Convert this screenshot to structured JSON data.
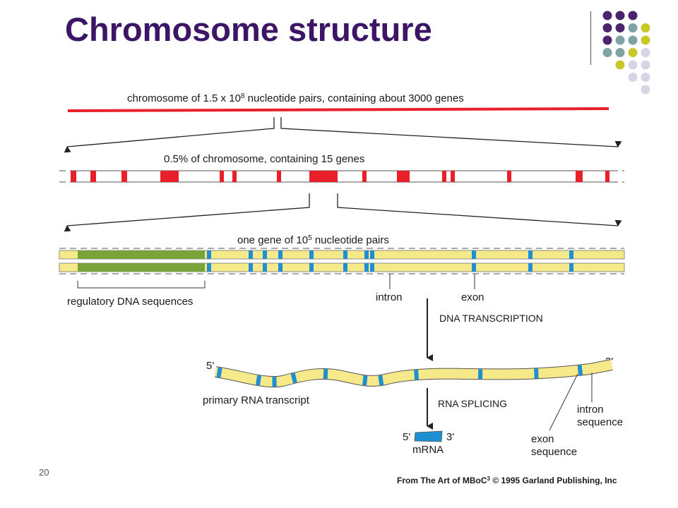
{
  "slide": {
    "title": "Chromosome structure",
    "footer_number": "20"
  },
  "diagram": {
    "chromosome": {
      "label_prefix": "chromosome of 1.5 x 10",
      "label_exp": "8",
      "label_suffix": " nucleotide pairs, containing about 3000 genes"
    },
    "segment": {
      "label": "0.5% of chromosome, containing 15 genes"
    },
    "gene": {
      "label_prefix": "one gene of 10",
      "label_exp": "5",
      "label_suffix": " nucleotide pairs"
    },
    "labels": {
      "regulatory": "regulatory DNA sequences",
      "intron": "intron",
      "exon": "exon",
      "transcription": "DNA TRANSCRIPTION",
      "five_prime": "5'",
      "three_prime": "3'",
      "primary_transcript": "primary RNA transcript",
      "splicing": "RNA SPLICING",
      "mrna_five": "5'",
      "mrna_three": "3'",
      "mrna": "mRNA",
      "intron_seq_1": "intron",
      "intron_seq_2": "sequence",
      "exon_seq_1": "exon",
      "exon_seq_2": "sequence"
    },
    "credit": {
      "prefix": "From The Art of MBoC",
      "exp": "3",
      "suffix": " © 1995 Garland Publishing, Inc"
    },
    "colors": {
      "chromosome": "#e8202a",
      "regulatory": "#7aa33a",
      "gene_body": "#f5e98a",
      "exon": "#1f8fd4",
      "title": "#3d1566"
    }
  },
  "decor": {
    "dot_colors": [
      "#4b2470",
      "#7fa3a3",
      "#c8c82a",
      "#d5d5e6"
    ]
  }
}
